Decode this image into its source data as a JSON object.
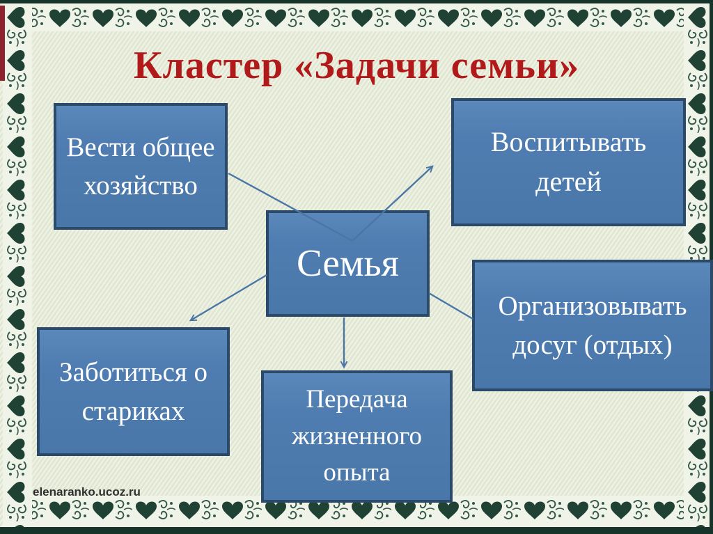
{
  "slide": {
    "title": "Кластер «Задачи семьи»",
    "watermark": "elenaranko.ucoz.ru",
    "center": {
      "id": "family",
      "label": "Семья"
    },
    "nodes": [
      {
        "id": "household",
        "label": "Вести общее\nхозяйство"
      },
      {
        "id": "children",
        "label": "Воспитывать\nдетей"
      },
      {
        "id": "leisure",
        "label": "Организовывать\nдосуг (отдых)"
      },
      {
        "id": "elderly",
        "label": "Заботиться о\nстариках"
      },
      {
        "id": "experience",
        "label": "Передача\nжизненного\nопыта"
      }
    ],
    "colors": {
      "title": "#b11a1a",
      "node_fill": "#4f7db1",
      "node_border": "#2b4a6a",
      "node_text": "#ffffff",
      "connector": "#4a76a6",
      "background": "#e9eedc",
      "border_ornament": "#1f4234"
    }
  }
}
